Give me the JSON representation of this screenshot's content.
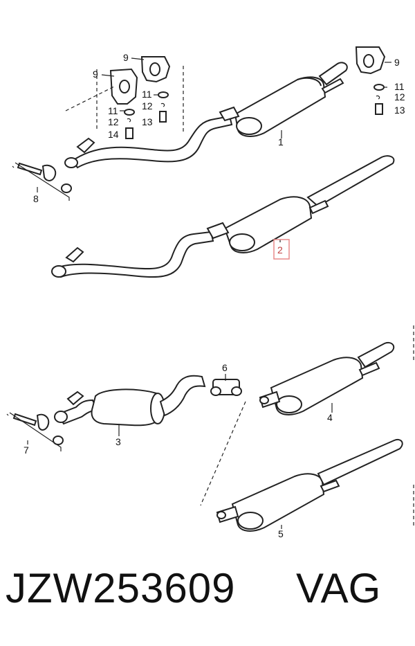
{
  "callouts": {
    "c1": "1",
    "c2": "2",
    "c3": "3",
    "c4": "4",
    "c5": "5",
    "c6": "6",
    "c7": "7",
    "c8": "8",
    "c9": "9",
    "c11": "11",
    "c12": "12",
    "c13": "13",
    "c14": "14"
  },
  "caption": {
    "part_number": "JZW253609",
    "brand": "VAG"
  },
  "colors": {
    "highlight": "#e88a8a",
    "line": "#222222"
  }
}
